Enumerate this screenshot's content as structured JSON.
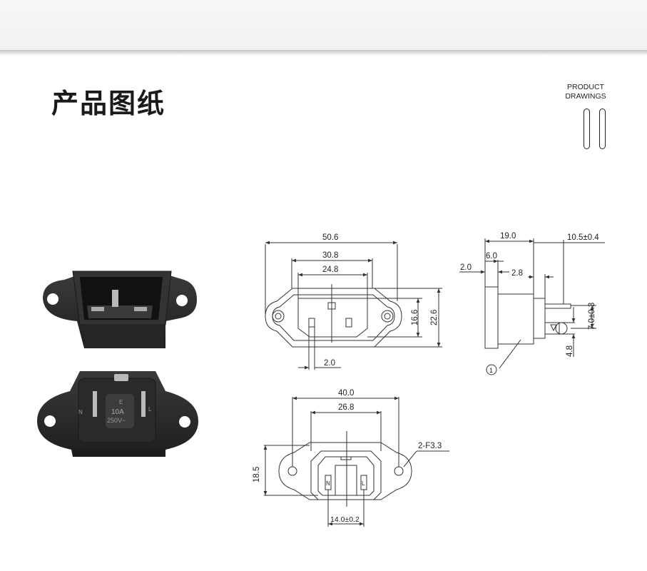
{
  "header": {
    "title": "产品图纸",
    "badge_line1": "PRODUCT",
    "badge_line2": "DRAWINGS"
  },
  "photo": {
    "marking_rating": "10A",
    "marking_voltage": "250V~",
    "terminal_n": "N",
    "terminal_l": "L",
    "terminal_e": "E"
  },
  "front_view": {
    "dim_overall_width": "50.6",
    "dim_body_width": "30.8",
    "dim_opening_width": "24.8",
    "dim_pin_width": "2.0",
    "dim_opening_height": "16.6",
    "dim_body_height": "22.6"
  },
  "side_view": {
    "dim_depth": "19.0",
    "dim_terminal_length": "10.5±0.4",
    "dim_flange_offset": "6.0",
    "dim_flange_thickness": "2.0",
    "dim_terminal_offset": "2.8",
    "dim_terminal_height": "7.0±0.3",
    "dim_terminal_width": "4.8",
    "callout": "1"
  },
  "cutout_view": {
    "dim_hole_pitch": "40.0",
    "dim_cutout_width": "26.8",
    "dim_mount_holes": "2-F3.3",
    "dim_cutout_height": "18.5",
    "dim_pin_pitch": "14.0±0.2",
    "label_n": "N",
    "label_l": "L"
  },
  "colors": {
    "line": "#333333",
    "housing": "#2e2e2e",
    "title": "#1a1a1a"
  }
}
